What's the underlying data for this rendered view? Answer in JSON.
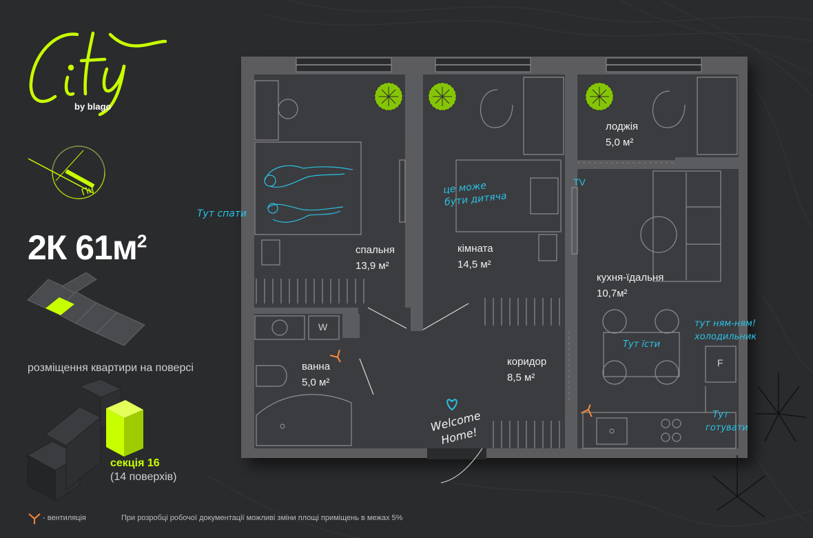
{
  "brand": {
    "logo": "City",
    "by": "by blago"
  },
  "compass": {
    "label": "Пн"
  },
  "apartment": {
    "rooms_label": "2К 61м",
    "sup": "2"
  },
  "location_caption": "розміщення квартири на поверсі",
  "section": {
    "name": "секція 16",
    "floors": "(14 поверхів)"
  },
  "rooms": [
    {
      "name": "спальня",
      "area": "13,9 м²"
    },
    {
      "name": "кімната",
      "area": "14,5 м²"
    },
    {
      "name": "лоджія",
      "area": "5,0 м²"
    },
    {
      "name": "кухня-їдальня",
      "area": "10,7м²"
    },
    {
      "name": "ванна",
      "area": "5,0 м²"
    },
    {
      "name": "коридор",
      "area": "8,5 м²"
    }
  ],
  "notes": {
    "sleep": "Тут спати",
    "kids": "це може бути дитяча",
    "eat": "Тут їсти",
    "fridge": "тут ням-ням! холодильник",
    "cook": "Тут готувати",
    "welcome": "Welcome Home!"
  },
  "labels": {
    "tv": "TV",
    "washer": "W",
    "fridge": "F"
  },
  "legend": {
    "ventilation": "- вентиляція"
  },
  "disclaimer": "При розробці робочої документації можливі зміни площі приміщень в межах 5%",
  "colors": {
    "accent": "#c8ff00",
    "background": "#2a2b2d",
    "wall": "#5d5e61",
    "floor": "#3a3b3e",
    "note": "#29c2e6",
    "vent": "#ff8a3d"
  }
}
